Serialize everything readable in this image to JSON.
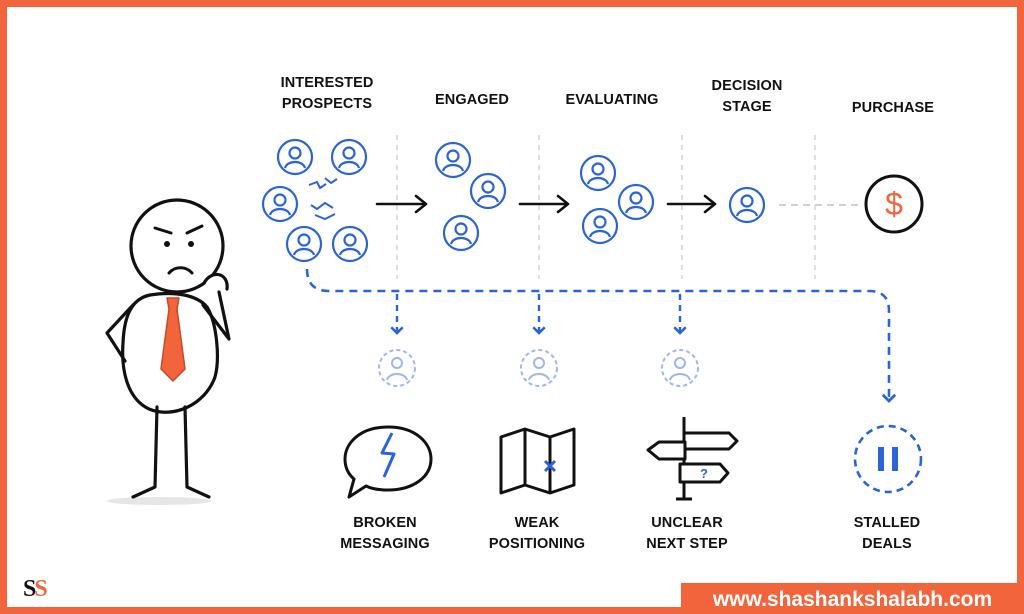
{
  "stages": [
    {
      "lines": [
        "INTERESTED",
        "PROSPECTS"
      ]
    },
    {
      "lines": [
        "ENGAGED"
      ]
    },
    {
      "lines": [
        "EVALUATING"
      ]
    },
    {
      "lines": [
        "DECISION",
        "STAGE"
      ]
    },
    {
      "lines": [
        "PURCHASE"
      ]
    }
  ],
  "problems": [
    {
      "lines": [
        "BROKEN",
        "MESSAGING"
      ],
      "icon": "broken-speech-bubble-icon"
    },
    {
      "lines": [
        "WEAK",
        "POSITIONING"
      ],
      "icon": "map-x-icon"
    },
    {
      "lines": [
        "UNCLEAR",
        "NEXT STEP"
      ],
      "icon": "signpost-icon"
    },
    {
      "lines": [
        "STALLED",
        "DEALS"
      ],
      "icon": "pause-icon"
    }
  ],
  "purchase_symbol": "$",
  "signpost_mark": "?",
  "brand_logo": {
    "first": "S",
    "second": "S"
  },
  "website": "www.shashankshalabh.com",
  "colors": {
    "accent": "#F2643B",
    "blue": "#2B63D9",
    "faded_blue": "#9DB8EC",
    "ink": "#111111"
  }
}
